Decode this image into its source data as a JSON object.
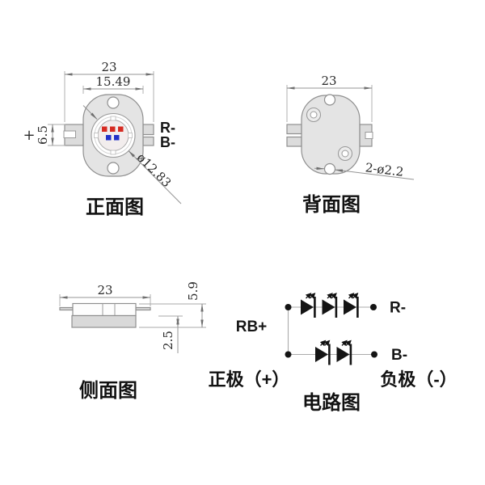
{
  "front": {
    "title": "正面图",
    "dim_overall": "23",
    "dim_inner": "15.49",
    "dim_tab": "6.5",
    "dim_diameter": "ø12.83",
    "label_plus": "+",
    "label_r": "R-",
    "label_b": "B-"
  },
  "back": {
    "title": "背面图",
    "dim_overall": "23",
    "dim_holes": "2-ø2.2"
  },
  "side": {
    "title": "侧面图",
    "dim_width": "23",
    "dim_height_total": "5.9",
    "dim_height_base": "2.5"
  },
  "circuit": {
    "title": "电路图",
    "label_common": "RB+",
    "label_r": "R-",
    "label_b": "B-",
    "label_positive": "正极（+）",
    "label_negative": "负极（-）",
    "red_led_count": 3,
    "blue_led_count": 2
  },
  "colors": {
    "red_chip": "#d62b22",
    "blue_chip": "#2231c8",
    "body_fill": "#e4e4e4",
    "tab_fill": "#dcdcdc",
    "base_fill": "#d9d9d9"
  }
}
